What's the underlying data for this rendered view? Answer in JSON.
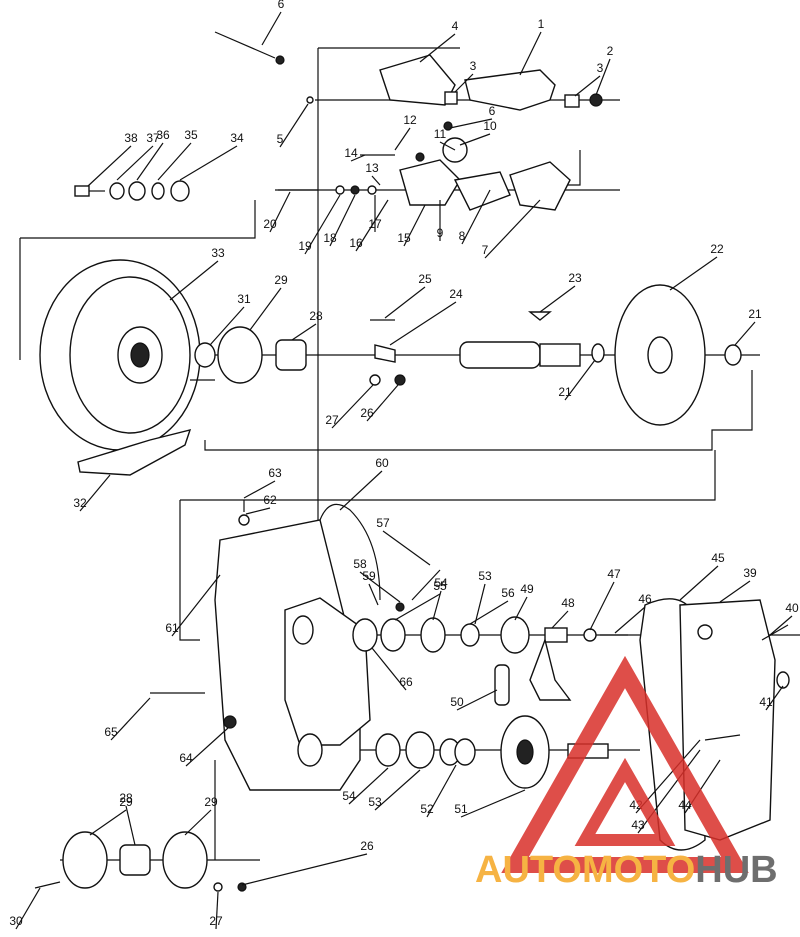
{
  "watermark": {
    "brand_part1": "AUTOMOTO",
    "brand_part2": "HUB",
    "color_red": "#d9302a",
    "color_orange": "#f5a623",
    "color_gray": "#555555"
  },
  "callouts": [
    "1",
    "2",
    "3",
    "3",
    "4",
    "5",
    "6",
    "6",
    "7",
    "8",
    "9",
    "10",
    "11",
    "12",
    "13",
    "14",
    "15",
    "16",
    "17",
    "18",
    "19",
    "20",
    "21",
    "21",
    "22",
    "23",
    "24",
    "25",
    "26",
    "26",
    "27",
    "27",
    "28",
    "28",
    "29",
    "29",
    "29",
    "30",
    "31",
    "32",
    "33",
    "34",
    "35",
    "36",
    "37",
    "38",
    "39",
    "40",
    "41",
    "42",
    "43",
    "44",
    "45",
    "46",
    "47",
    "48",
    "49",
    "50",
    "51",
    "52",
    "53",
    "53",
    "54",
    "54",
    "55",
    "56",
    "57",
    "58",
    "59",
    "60",
    "61",
    "62",
    "63",
    "64",
    "65",
    "66"
  ]
}
